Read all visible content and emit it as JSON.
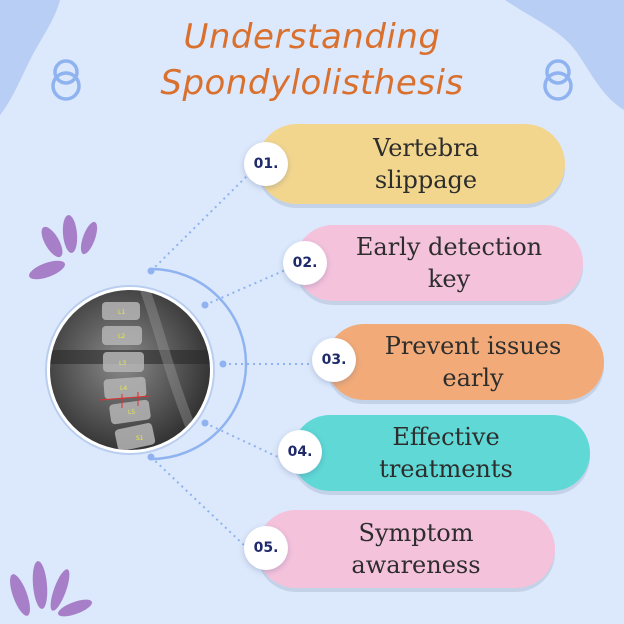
{
  "title": {
    "line1": "Understanding",
    "line2": "Spondylolisthesis"
  },
  "items": [
    {
      "number": "01.",
      "label": "Vertebra\nslippage",
      "color": "#f3d68e"
    },
    {
      "number": "02.",
      "label": "Early detection\nkey",
      "color": "#f5c2dc"
    },
    {
      "number": "03.",
      "label": "Prevent issues\nearly",
      "color": "#f2ab78"
    },
    {
      "number": "04.",
      "label": "Effective\ntreatments",
      "color": "#5fd8d6"
    },
    {
      "number": "05.",
      "label": "Symptom\nawareness",
      "color": "#f5c2dc"
    }
  ],
  "image": {
    "description_icon": "spine-xray-image",
    "labels": [
      "L1",
      "L2",
      "L3",
      "L4",
      "L5",
      "S1"
    ]
  },
  "colors": {
    "background": "#dce8fb",
    "title": "#d9702e",
    "accent_blue": "#8fb3f0",
    "leaf_purple": "#a77fc9",
    "number_text": "#1f2a6b"
  }
}
